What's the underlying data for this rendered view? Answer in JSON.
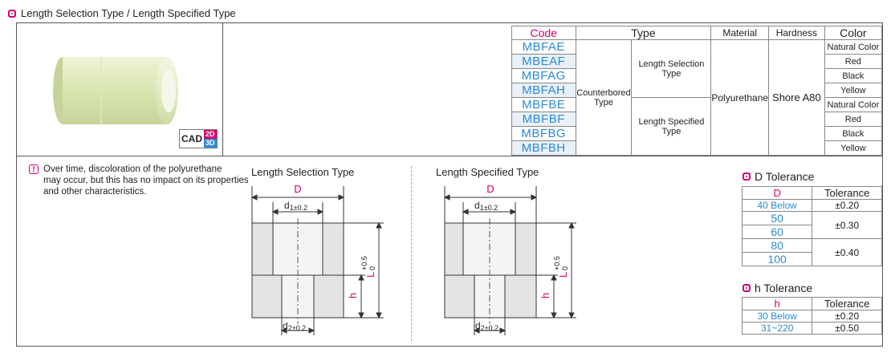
{
  "section_title": "Length Selection Type / Length Specified Type",
  "cad_badge": {
    "label": "CAD",
    "top": "2D",
    "bottom": "3D"
  },
  "note": {
    "lines": [
      "Over time, discoloration of the polyurethane",
      "may occur, but this has no impact on its properties",
      "and other characteristics."
    ]
  },
  "spec_table": {
    "headers": {
      "code": "Code",
      "type": "Type",
      "material": "Material",
      "hardness": "Hardness",
      "color": "Color"
    },
    "codes": [
      "MBFAE",
      "MBEAF",
      "MBFAG",
      "MBFAH",
      "MBFBE",
      "MBFBF",
      "MBFBG",
      "MBFBH"
    ],
    "type_outer": "Counterbored Type",
    "type_sel": "Length Selection Type",
    "type_spec": "Length Specified Type",
    "material": "Polyurethane",
    "hardness": "Shore A80",
    "colors": [
      "Natural Color",
      "Red",
      "Black",
      "Yellow",
      "Natural Color",
      "Red",
      "Black",
      "Yellow"
    ]
  },
  "drawings": {
    "left_title": "Length Selection Type",
    "right_title": "Length Specified Type",
    "D": "D",
    "d1": "d",
    "d1_sub": "1±0.2",
    "d2": "d",
    "d2_sub": "2±0.2",
    "L": "L",
    "L_tol": "+0.5",
    "L_tol2": "0",
    "h": "h"
  },
  "d_tolerance": {
    "title": "D Tolerance",
    "headers": [
      "D",
      "Tolerance"
    ],
    "rows": [
      {
        "d": "40 Below",
        "tol": "±0.20"
      },
      {
        "d": "50",
        "tol": ""
      },
      {
        "d": "60",
        "tol": "±0.30"
      },
      {
        "d": "80",
        "tol": ""
      },
      {
        "d": "100",
        "tol": "±0.40"
      }
    ]
  },
  "h_tolerance": {
    "title": "h Tolerance",
    "headers": [
      "h",
      "Tolerance"
    ],
    "rows": [
      {
        "h": "30 Below",
        "tol": "±0.20"
      },
      {
        "h": "31~220",
        "tol": "±0.50"
      }
    ]
  }
}
